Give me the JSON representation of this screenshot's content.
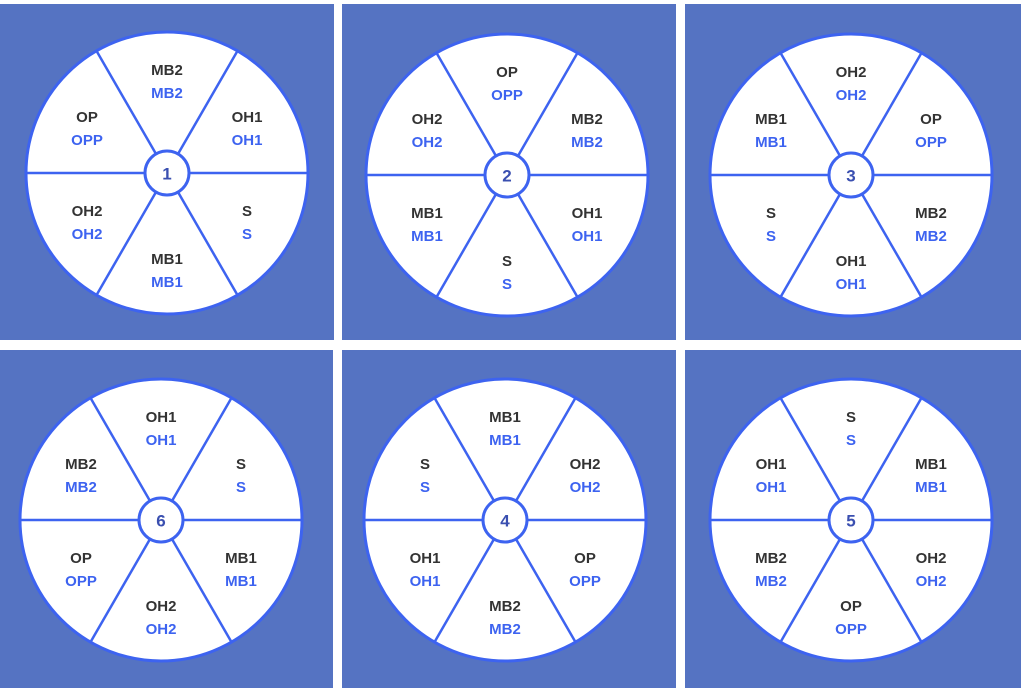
{
  "colors": {
    "panel_background": "#5573c2",
    "wheel_stroke": "#3d63f0",
    "position_text": "#333333",
    "code_text": "#3d63f0"
  },
  "sector_order": [
    "top",
    "upper-right",
    "lower-right",
    "bottom",
    "lower-left",
    "upper-left"
  ],
  "rotations": [
    {
      "number": "1",
      "sectors": [
        {
          "position": "MB2",
          "code": "MB2"
        },
        {
          "position": "OH1",
          "code": "OH1"
        },
        {
          "position": "S",
          "code": "S"
        },
        {
          "position": "MB1",
          "code": "MB1"
        },
        {
          "position": "OH2",
          "code": "OH2"
        },
        {
          "position": "OP",
          "code": "OPP"
        }
      ]
    },
    {
      "number": "2",
      "sectors": [
        {
          "position": "OP",
          "code": "OPP"
        },
        {
          "position": "MB2",
          "code": "MB2"
        },
        {
          "position": "OH1",
          "code": "OH1"
        },
        {
          "position": "S",
          "code": "S"
        },
        {
          "position": "MB1",
          "code": "MB1"
        },
        {
          "position": "OH2",
          "code": "OH2"
        }
      ]
    },
    {
      "number": "3",
      "sectors": [
        {
          "position": "OH2",
          "code": "OH2"
        },
        {
          "position": "OP",
          "code": "OPP"
        },
        {
          "position": "MB2",
          "code": "MB2"
        },
        {
          "position": "OH1",
          "code": "OH1"
        },
        {
          "position": "S",
          "code": "S"
        },
        {
          "position": "MB1",
          "code": "MB1"
        }
      ]
    },
    {
      "number": "6",
      "sectors": [
        {
          "position": "OH1",
          "code": "OH1"
        },
        {
          "position": "S",
          "code": "S"
        },
        {
          "position": "MB1",
          "code": "MB1"
        },
        {
          "position": "OH2",
          "code": "OH2"
        },
        {
          "position": "OP",
          "code": "OPP"
        },
        {
          "position": "MB2",
          "code": "MB2"
        }
      ]
    },
    {
      "number": "4",
      "sectors": [
        {
          "position": "MB1",
          "code": "MB1"
        },
        {
          "position": "OH2",
          "code": "OH2"
        },
        {
          "position": "OP",
          "code": "OPP"
        },
        {
          "position": "MB2",
          "code": "MB2"
        },
        {
          "position": "OH1",
          "code": "OH1"
        },
        {
          "position": "S",
          "code": "S"
        }
      ]
    },
    {
      "number": "5",
      "sectors": [
        {
          "position": "S",
          "code": "S"
        },
        {
          "position": "MB1",
          "code": "MB1"
        },
        {
          "position": "OH2",
          "code": "OH2"
        },
        {
          "position": "OP",
          "code": "OPP"
        },
        {
          "position": "MB2",
          "code": "MB2"
        },
        {
          "position": "OH1",
          "code": "OH1"
        }
      ]
    }
  ]
}
